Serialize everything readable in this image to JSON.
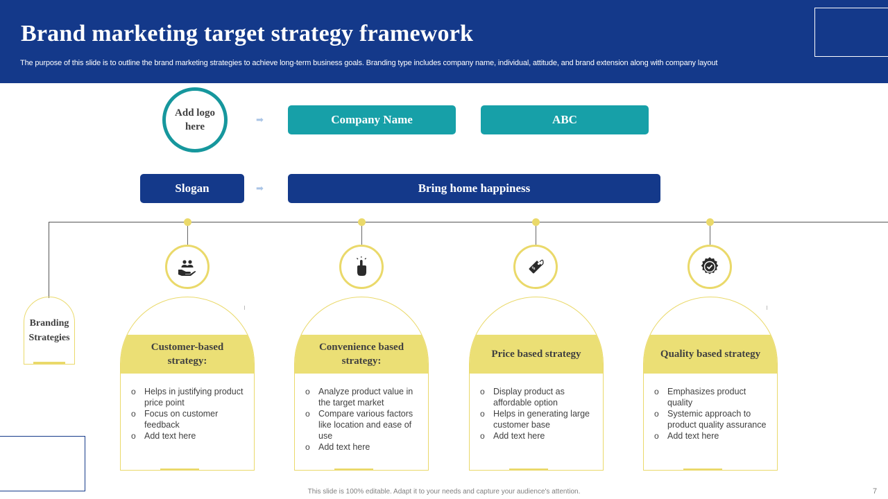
{
  "header": {
    "title": "Brand marketing target strategy framework",
    "subtitle": "The purpose of this slide is to outline the brand marketing strategies to achieve long-term business goals. Branding type includes company name, individual, attitude, and brand extension along with company layout"
  },
  "top": {
    "logo_text": "Add logo here",
    "company_label": "Company Name",
    "company_value": "ABC",
    "slogan_label": "Slogan",
    "slogan_value": "Bring home happiness"
  },
  "branding_label": "Branding Strategies",
  "strategies": [
    {
      "title": "Customer-based strategy:",
      "icon": "hand-people-icon",
      "points": [
        "Helps in justifying product price point",
        "Focus on customer feedback",
        "Add text here"
      ]
    },
    {
      "title": "Convenience based strategy:",
      "icon": "touch-finger-icon",
      "points": [
        "Analyze product value in the target market",
        "Compare various factors like location and ease of use",
        "Add text here"
      ]
    },
    {
      "title": "Price based strategy",
      "icon": "price-tag-icon",
      "points": [
        "Display product as affordable option",
        "Helps in generating large customer base",
        "Add text here"
      ]
    },
    {
      "title": "Quality based strategy",
      "icon": "quality-badge-icon",
      "points": [
        "Emphasizes product quality",
        "Systemic approach to product quality assurance",
        "Add text here"
      ]
    }
  ],
  "footer": {
    "note": "This slide is 100% editable. Adapt it to your needs and capture your audience's attention.",
    "page_number": "7"
  },
  "colors": {
    "navy": "#14398a",
    "teal": "#17a0a8",
    "yellow": "#ebdf75"
  }
}
